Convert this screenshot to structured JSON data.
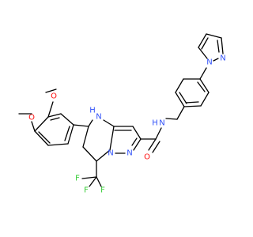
{
  "colors": {
    "bond": "#000000",
    "carbon": "#000000",
    "oxygen": "#ff0d0d",
    "nitrogen": "#3050f8",
    "fluorine": "#33cc33"
  },
  "atoms": {
    "o_methoxy_top": "O",
    "o_methoxy_mid": "O",
    "n_amine": "N",
    "h_amine": "H",
    "n_amide": "N",
    "h_amide": "H",
    "n_pyrazole_a": "N",
    "n_pyrazole_b": "N",
    "n_pyrazolyl_a": "N",
    "n_pyrazolyl_b": "N",
    "o_carbonyl": "O",
    "f_1": "F",
    "f_2": "F",
    "f_3": "F"
  }
}
